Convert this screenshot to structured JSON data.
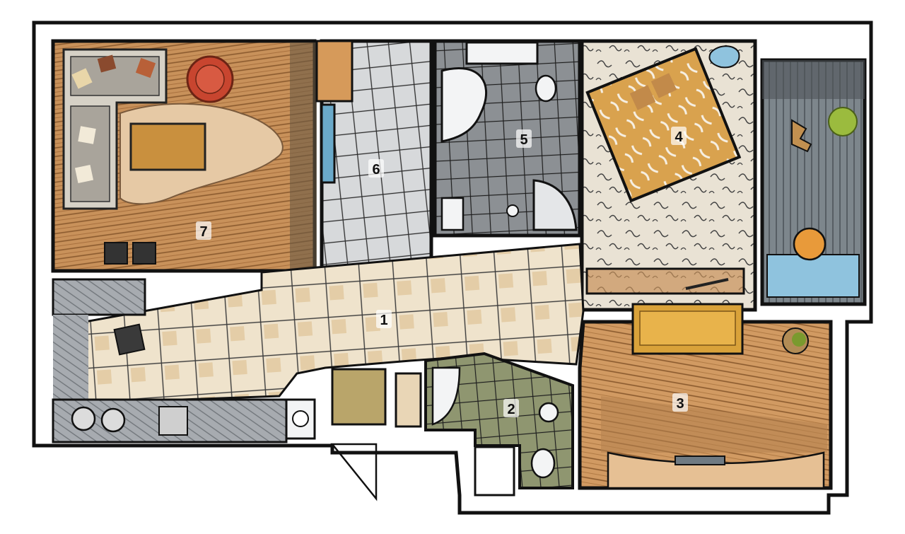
{
  "plan": {
    "colors": {
      "wall": "#111111",
      "wood": "#c8915a",
      "wood_dark": "#8a5a2e",
      "tile_light": "#efe3cc",
      "tile_grey": "#b9bcbf",
      "tile_dark": "#6f7377",
      "carpet": "#e8dcc4",
      "sofa": "#d9a23a",
      "balcony": "#7c848a",
      "water": "#8fc3de",
      "accent_red": "#c8452f",
      "plant": "#7a9a2e"
    },
    "rooms": [
      {
        "id": "room-1",
        "label": "1"
      },
      {
        "id": "room-2",
        "label": "2"
      },
      {
        "id": "room-3",
        "label": "3"
      },
      {
        "id": "room-4",
        "label": "4"
      },
      {
        "id": "room-5",
        "label": "5"
      },
      {
        "id": "room-6",
        "label": "6"
      },
      {
        "id": "room-7",
        "label": "7"
      }
    ]
  }
}
